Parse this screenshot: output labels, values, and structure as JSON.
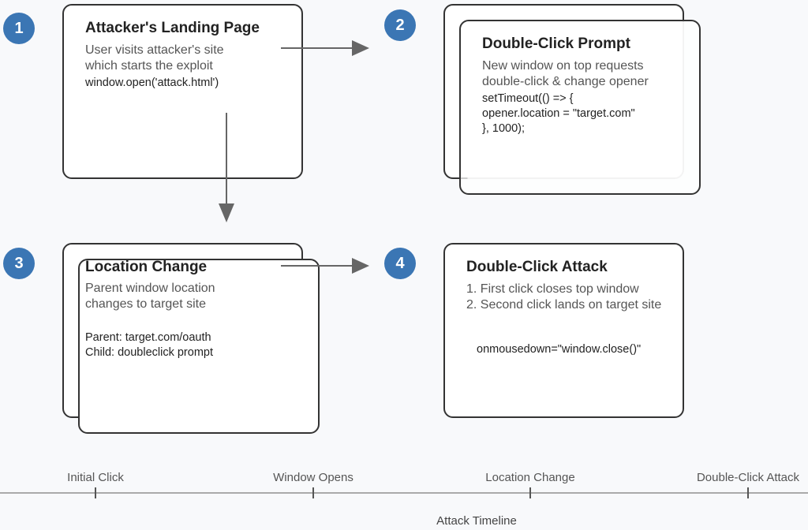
{
  "steps": [
    {
      "number": "1",
      "title": "Attacker's Landing Page",
      "desc": [
        "User visits attacker's site",
        "which starts the exploit"
      ],
      "code": [
        "window.open('attack.html')"
      ]
    },
    {
      "number": "2",
      "title": "Double-Click Prompt",
      "desc": [
        "New window on top requests",
        "double-click & change opener"
      ],
      "code": [
        "setTimeout(() => {",
        "opener.location = \"target.com\"",
        "}, 1000);"
      ]
    },
    {
      "number": "3",
      "title": "Location Change",
      "desc": [
        "Parent window location",
        "changes to target site"
      ],
      "code": [
        "Parent: target.com/oauth",
        "Child: doubleclick prompt"
      ]
    },
    {
      "number": "4",
      "title": "Double-Click Attack",
      "desc": [
        "1. First click closes top window",
        "2. Second click lands on target site"
      ],
      "code": [
        "onmousedown=\"window.close()\""
      ]
    }
  ],
  "timeline": {
    "title": "Attack Timeline",
    "labels": [
      "Initial Click",
      "Window Opens",
      "Location Change",
      "Double-Click Attack"
    ]
  },
  "colors": {
    "badge": "#3b76b4",
    "border": "#333333",
    "arrow": "#666666"
  }
}
